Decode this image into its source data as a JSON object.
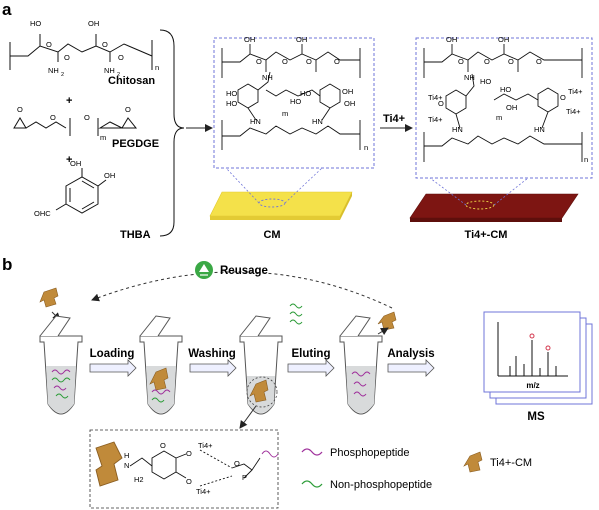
{
  "panel_a": {
    "label": "a",
    "reagents": {
      "chitosan": {
        "name": "Chitosan",
        "atoms": [
          "HO",
          "OH",
          "O",
          "O",
          "O",
          "O",
          "NH",
          "NH",
          "2",
          "2",
          "n"
        ]
      },
      "pegdge": {
        "name": "PEGDGE",
        "atoms": [
          "O",
          "O",
          "O",
          "O",
          "m"
        ]
      },
      "thba": {
        "name": "THBA",
        "atoms": [
          "OH",
          "OH",
          "OHC"
        ]
      },
      "plus": [
        "+",
        "+"
      ]
    },
    "cm": {
      "name": "CM",
      "atoms": [
        "OH",
        "OH",
        "O",
        "O",
        "O",
        "O",
        "NH",
        "HO",
        "HO",
        "HO",
        "OH",
        "m",
        "n",
        "OH",
        "HO",
        "HN",
        "HN"
      ]
    },
    "ti_arrow_label": "Ti4+",
    "ti_cm": {
      "name": "Ti4+-CM",
      "atoms": [
        "OH",
        "OH",
        "O",
        "O",
        "O",
        "O",
        "NH",
        "HO",
        "Ti4+",
        "Ti4+",
        "O",
        "O",
        "Ti4+",
        "Ti4+",
        "OH",
        "m",
        "n",
        "HN",
        "HN",
        "HO"
      ]
    }
  },
  "panel_b": {
    "label": "b",
    "reusage": "Reusage",
    "steps": [
      "Loading",
      "Washing",
      "Eluting",
      "Analysis"
    ],
    "ms": {
      "label": "MS",
      "axis_label": "m/z"
    },
    "inset_atoms": {
      "h": "H",
      "n": "N",
      "h2": "H2",
      "o": [
        "O",
        "O",
        "O",
        "O",
        "P"
      ],
      "ti": [
        "Ti4+",
        "Ti4+"
      ]
    },
    "legend": [
      {
        "label": "Phosphopeptide",
        "color": "#a0329c"
      },
      {
        "label": "Non-phosphopeptide",
        "color": "#2e9d3a"
      },
      {
        "label": "Ti4+-CM",
        "color": "#c08a3a"
      }
    ]
  },
  "colors": {
    "cm_film": "#f4e14a",
    "ti_cm_film": "#7d1512",
    "dashed_box": "#6f74d8",
    "arrow_fill": "#eef0ff",
    "recycle": "#3aa845"
  }
}
